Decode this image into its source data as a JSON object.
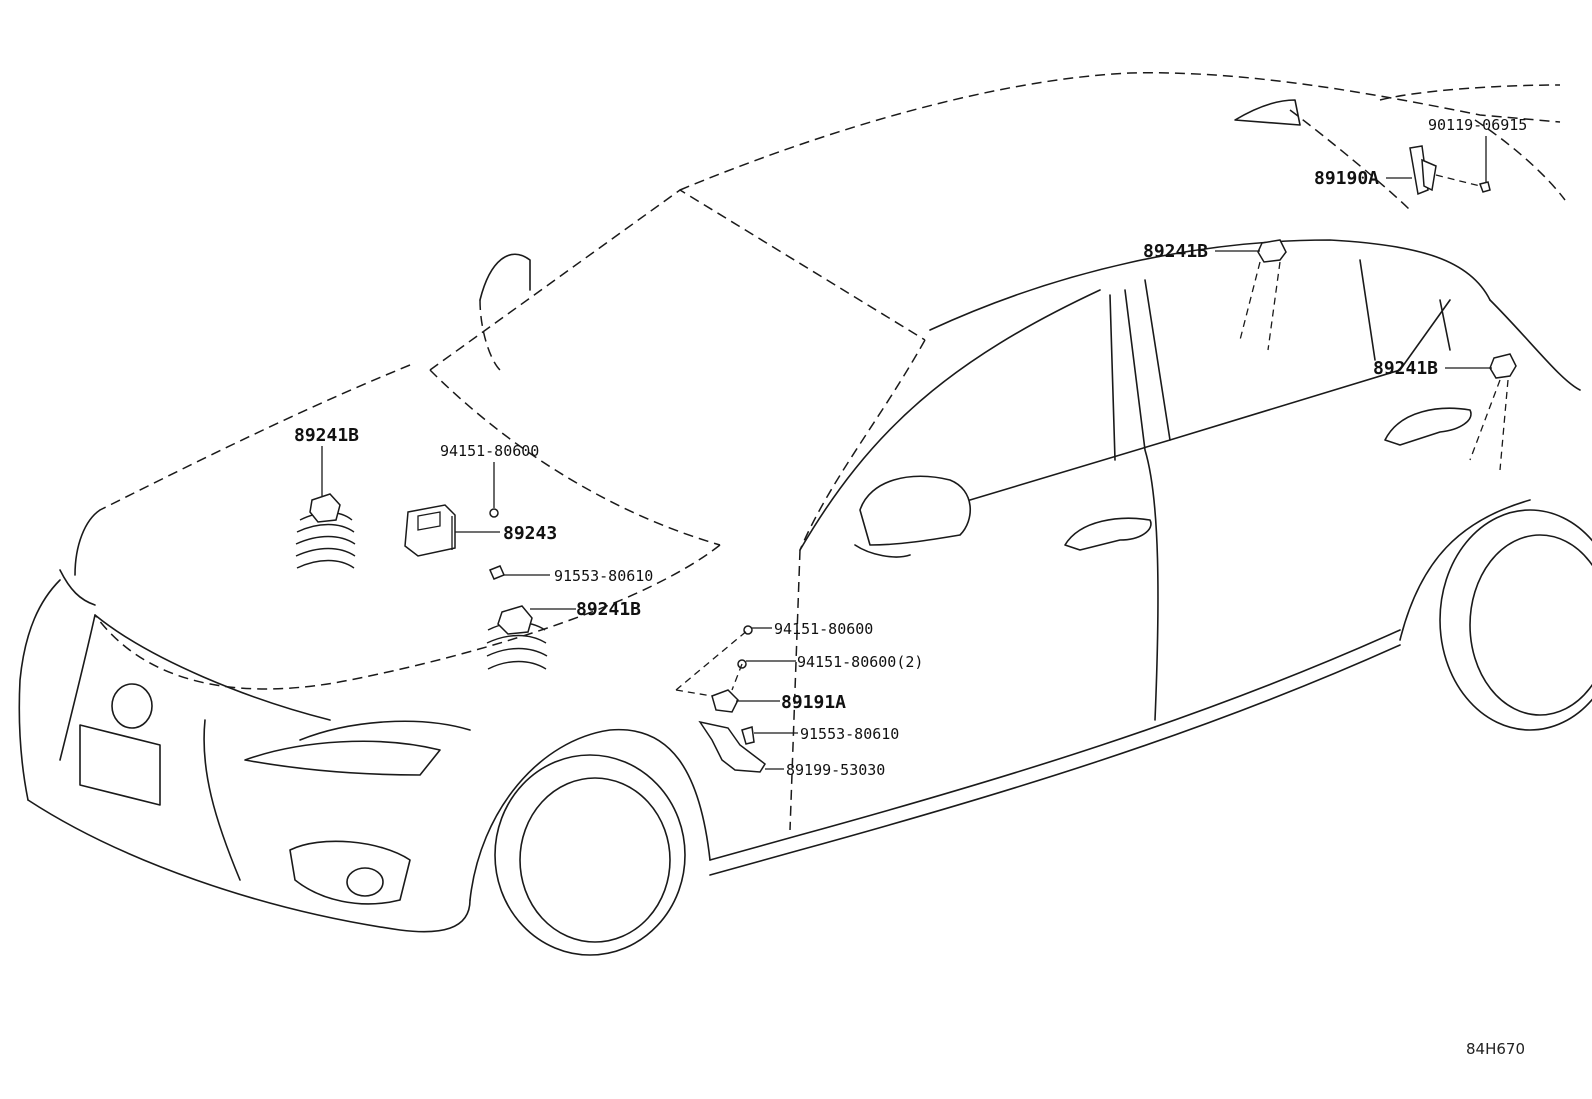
{
  "figure_id": "84H670",
  "callouts": [
    {
      "id": "c1",
      "text": "90119-06915"
    },
    {
      "id": "c2",
      "text": "89190A"
    },
    {
      "id": "c3",
      "text": "89241B"
    },
    {
      "id": "c4",
      "text": "89241B"
    },
    {
      "id": "c5",
      "text": "89241B"
    },
    {
      "id": "c6",
      "text": "94151-80600"
    },
    {
      "id": "c7",
      "text": "89243"
    },
    {
      "id": "c8",
      "text": "91553-80610"
    },
    {
      "id": "c9",
      "text": "89241B"
    },
    {
      "id": "c10",
      "text": "94151-80600"
    },
    {
      "id": "c11",
      "text": "94151-80600(2)"
    },
    {
      "id": "c12",
      "text": "89191A"
    },
    {
      "id": "c13",
      "text": "91553-80610"
    },
    {
      "id": "c14",
      "text": "89199-53030"
    }
  ]
}
